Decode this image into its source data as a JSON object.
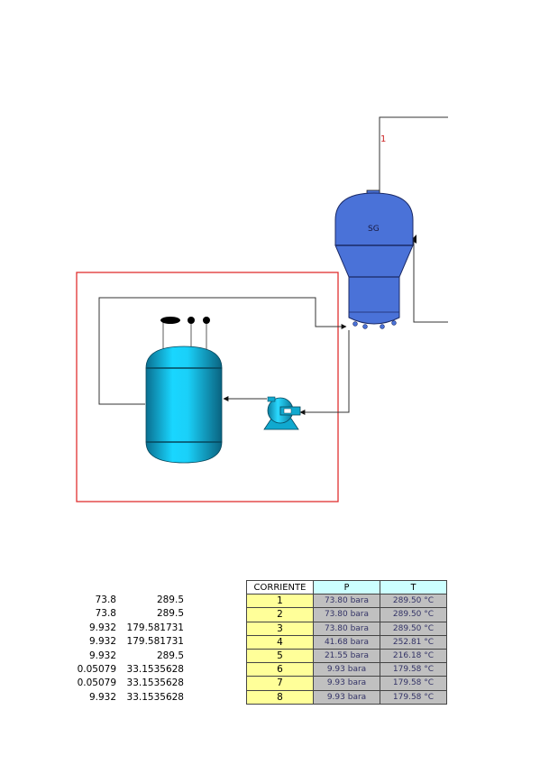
{
  "diagram": {
    "sg_label": "SG",
    "stream_label": "1"
  },
  "left_list": [
    [
      "73.8",
      "289.5"
    ],
    [
      "73.8",
      "289.5"
    ],
    [
      "9.932",
      "179.581731"
    ],
    [
      "9.932",
      "179.581731"
    ],
    [
      "9.932",
      "289.5"
    ],
    [
      "0.05079",
      "33.1535628"
    ],
    [
      "0.05079",
      "33.1535628"
    ],
    [
      "9.932",
      "33.1535628"
    ]
  ],
  "table": {
    "headers": [
      "CORRIENTE",
      "P",
      "T"
    ],
    "rows": [
      [
        "1",
        "73.80 bara",
        "289.50 °C"
      ],
      [
        "2",
        "73.80 bara",
        "289.50 °C"
      ],
      [
        "3",
        "73.80 bara",
        "289.50 °C"
      ],
      [
        "4",
        "41.68 bara",
        "252.81 °C"
      ],
      [
        "5",
        "21.55 bara",
        "216.18 °C"
      ],
      [
        "6",
        "9.93 bara",
        "179.58 °C"
      ],
      [
        "7",
        "9.93 bara",
        "179.58 °C"
      ],
      [
        "8",
        "9.93 bara",
        "179.58 °C"
      ]
    ]
  },
  "colors": {
    "sg_blue": "#4a72d8",
    "vessel_cyan": "#12c6ec",
    "selection_red": "#e03030"
  }
}
